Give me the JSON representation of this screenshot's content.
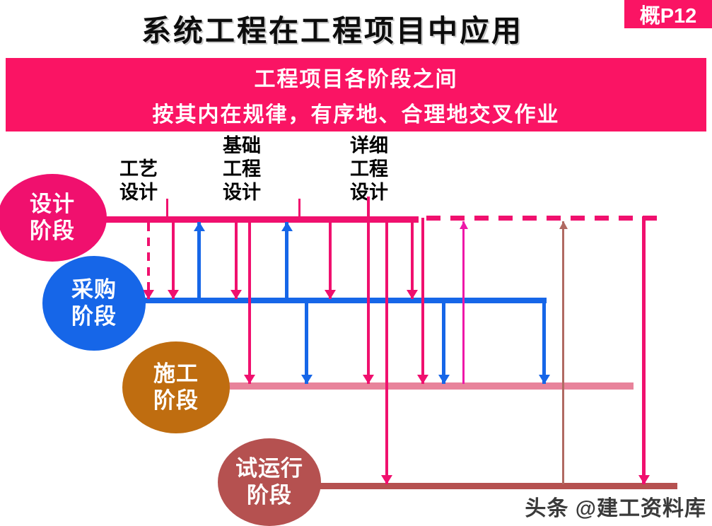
{
  "badge": "概P12",
  "title": "系统工程在工程项目中应用",
  "banner": {
    "line1": "工程项目各阶段之间",
    "line2": "按其内在规律，有序地、合理地交叉作业"
  },
  "milestones": [
    {
      "lines": [
        "工艺",
        "设计"
      ]
    },
    {
      "lines": [
        "基础",
        "工程",
        "设计"
      ]
    },
    {
      "lines": [
        "详细",
        "工程",
        "设计"
      ]
    }
  ],
  "phases": [
    {
      "id": "design",
      "lines": [
        "设计",
        "阶段"
      ],
      "color": "#F0106E"
    },
    {
      "id": "procurement",
      "lines": [
        "采购",
        "阶段"
      ],
      "color": "#1666E8"
    },
    {
      "id": "construction",
      "lines": [
        "施工",
        "阶段"
      ],
      "color": "#BF6D10"
    },
    {
      "id": "trial-run",
      "lines": [
        "试运行",
        "阶段"
      ],
      "color": "#B55150"
    }
  ],
  "watermark": "头条 @建工资料库",
  "colors": {
    "banner_pink": "#FA1464",
    "diagram_pink": "#F0106E",
    "blue": "#1666E8",
    "orange": "#BF6D10",
    "brick": "#B55150",
    "construction_bar_pink": "#E8839B",
    "magenta_arrow": "#EE18A8",
    "brown_arrow": "#B06A62"
  }
}
